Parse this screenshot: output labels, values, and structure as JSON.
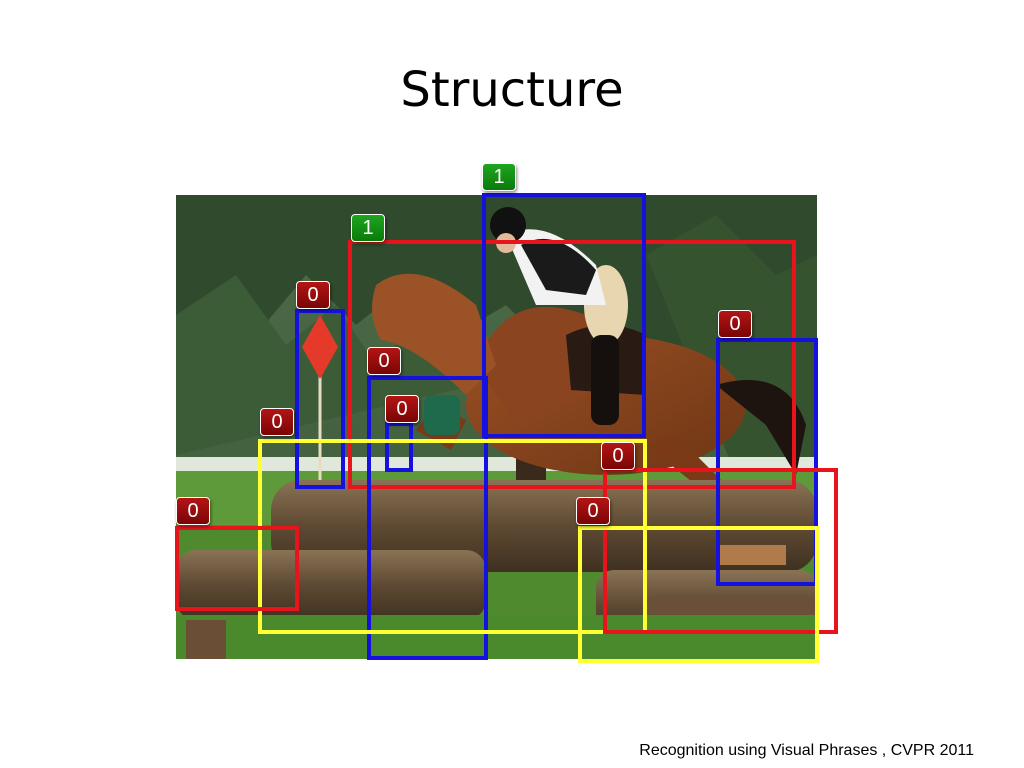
{
  "slide": {
    "title": "Structure",
    "footer": "Recognition using Visual Phrases , CVPR 2011"
  },
  "colors": {
    "red": "#e8141c",
    "blue": "#1512e0",
    "yellow": "#ffff33",
    "positive_badge": "#118c11",
    "negative_badge": "#9a0a0a"
  },
  "boxes": [
    {
      "color": "red",
      "label": "1",
      "score_class": "positive"
    },
    {
      "color": "blue",
      "label": "1",
      "score_class": "positive"
    },
    {
      "color": "blue",
      "label": "0",
      "score_class": "negative"
    },
    {
      "color": "blue",
      "label": "0",
      "score_class": "negative"
    },
    {
      "color": "blue",
      "label": "0",
      "score_class": "negative"
    },
    {
      "color": "blue",
      "label": "0",
      "score_class": "negative"
    },
    {
      "color": "yellow",
      "label": "0",
      "score_class": "negative"
    },
    {
      "color": "red",
      "label": "0",
      "score_class": "negative"
    },
    {
      "color": "red",
      "label": "0",
      "score_class": "negative"
    },
    {
      "color": "yellow",
      "label": "0",
      "score_class": "negative"
    }
  ]
}
